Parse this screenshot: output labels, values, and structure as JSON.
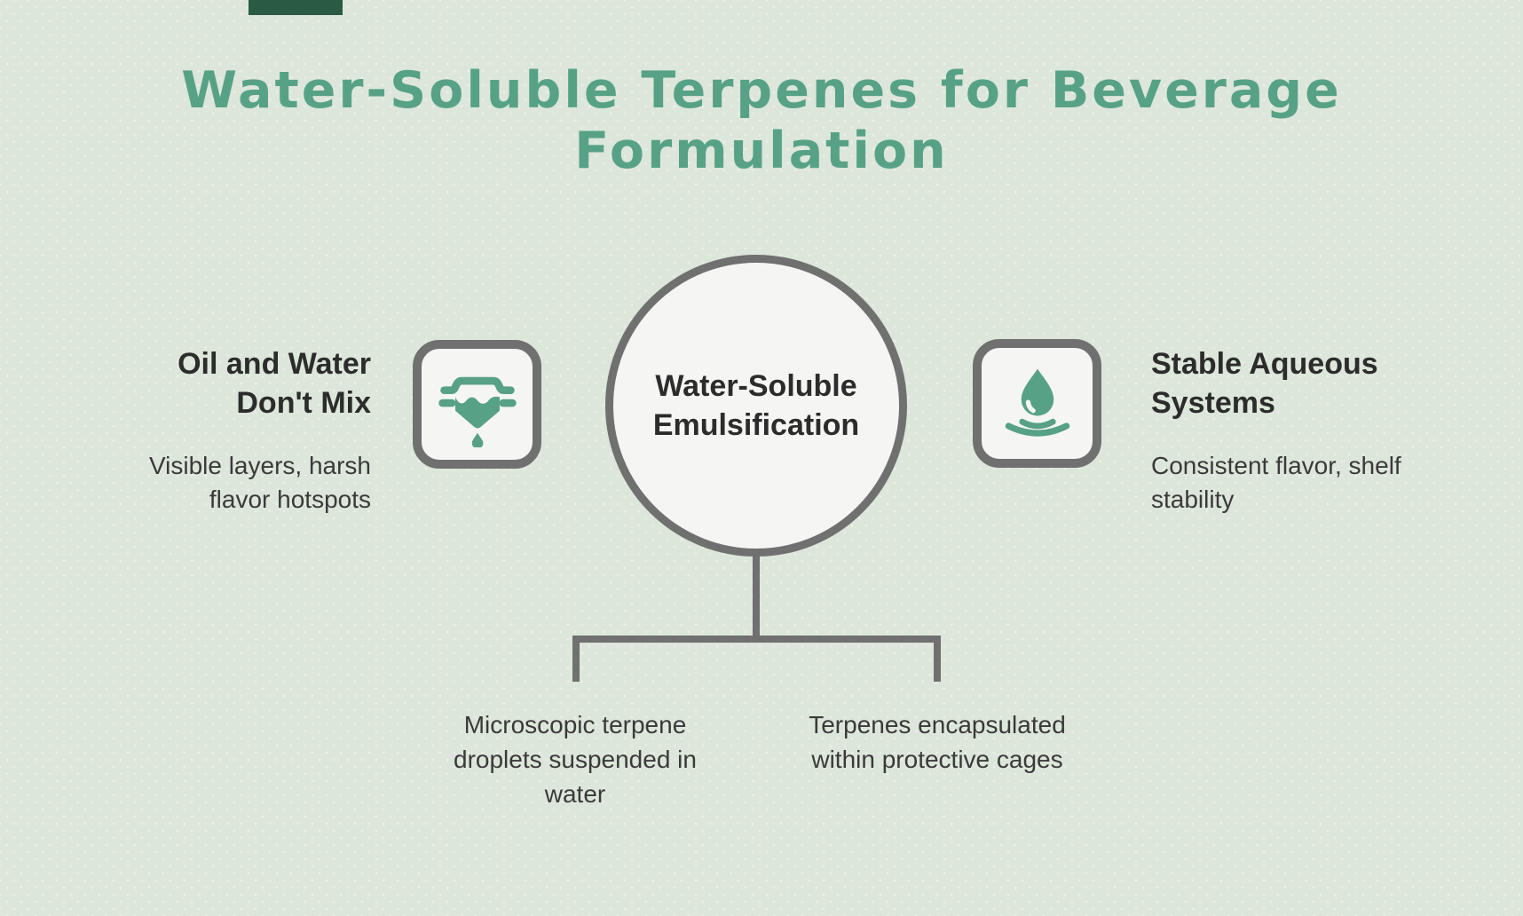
{
  "colors": {
    "background": "#dde6da",
    "background-dot": "#e9efe4",
    "title-green": "#57a287",
    "accent-green": "#57a186",
    "line-gray": "#707070",
    "node-fill": "#f5f6f3",
    "heading-text": "#2b2c2b",
    "body-text": "#3a3a3a",
    "topbar-green": "#2b5a44"
  },
  "title": {
    "text": "Water-Soluble Terpenes for Beverage Formulation"
  },
  "center": {
    "label": "Water-Soluble Emulsification"
  },
  "left_item": {
    "heading": "Oil and Water Don't Mix",
    "body": "Visible layers, harsh flavor hotspots",
    "icon": "funnel-drip-icon"
  },
  "right_item": {
    "heading": "Stable Aqueous Systems",
    "body": "Consistent flavor, shelf stability",
    "icon": "droplet-ripples-icon"
  },
  "branches": [
    {
      "label": "Microscopic terpene droplets suspended in water"
    },
    {
      "label": "Terpenes encapsulated within protective cages"
    }
  ]
}
